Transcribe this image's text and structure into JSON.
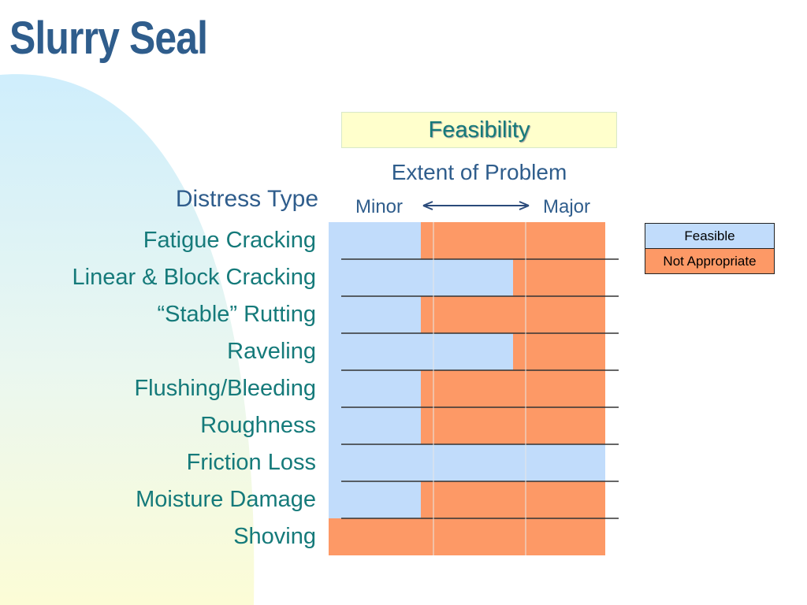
{
  "slide": {
    "title": "Slurry Seal",
    "feasibility_header": "Feasibility",
    "extent_label": "Extent of Problem",
    "distress_type_label": "Distress Type",
    "minor_label": "Minor",
    "major_label": "Major"
  },
  "colors": {
    "title": "#2f5d8c",
    "row_label": "#157a7a",
    "feasible": "#c1dcfb",
    "not_appropriate": "#fd9966",
    "header_bg": "#ffffcc",
    "background_shape": "#dff2fb"
  },
  "legend": {
    "feasible": "Feasible",
    "not_appropriate": "Not Appropriate"
  },
  "rows": [
    {
      "label": "Fatigue Cracking",
      "cells": [
        "feasible",
        "not",
        "not"
      ]
    },
    {
      "label": "Linear & Block Cracking",
      "cells": [
        "feasible",
        "feasible",
        "not"
      ]
    },
    {
      "label": "“Stable” Rutting",
      "cells": [
        "feasible",
        "not",
        "not"
      ]
    },
    {
      "label": "Raveling",
      "cells": [
        "feasible",
        "feasible",
        "not"
      ]
    },
    {
      "label": "Flushing/Bleeding",
      "cells": [
        "feasible",
        "not",
        "not"
      ]
    },
    {
      "label": "Roughness",
      "cells": [
        "feasible",
        "not",
        "not"
      ]
    },
    {
      "label": "Friction Loss",
      "cells": [
        "feasible",
        "feasible",
        "feasible"
      ]
    },
    {
      "label": "Moisture Damage",
      "cells": [
        "feasible",
        "not",
        "not"
      ]
    },
    {
      "label": "Shoving",
      "cells": [
        "not",
        "not",
        "not"
      ]
    }
  ]
}
